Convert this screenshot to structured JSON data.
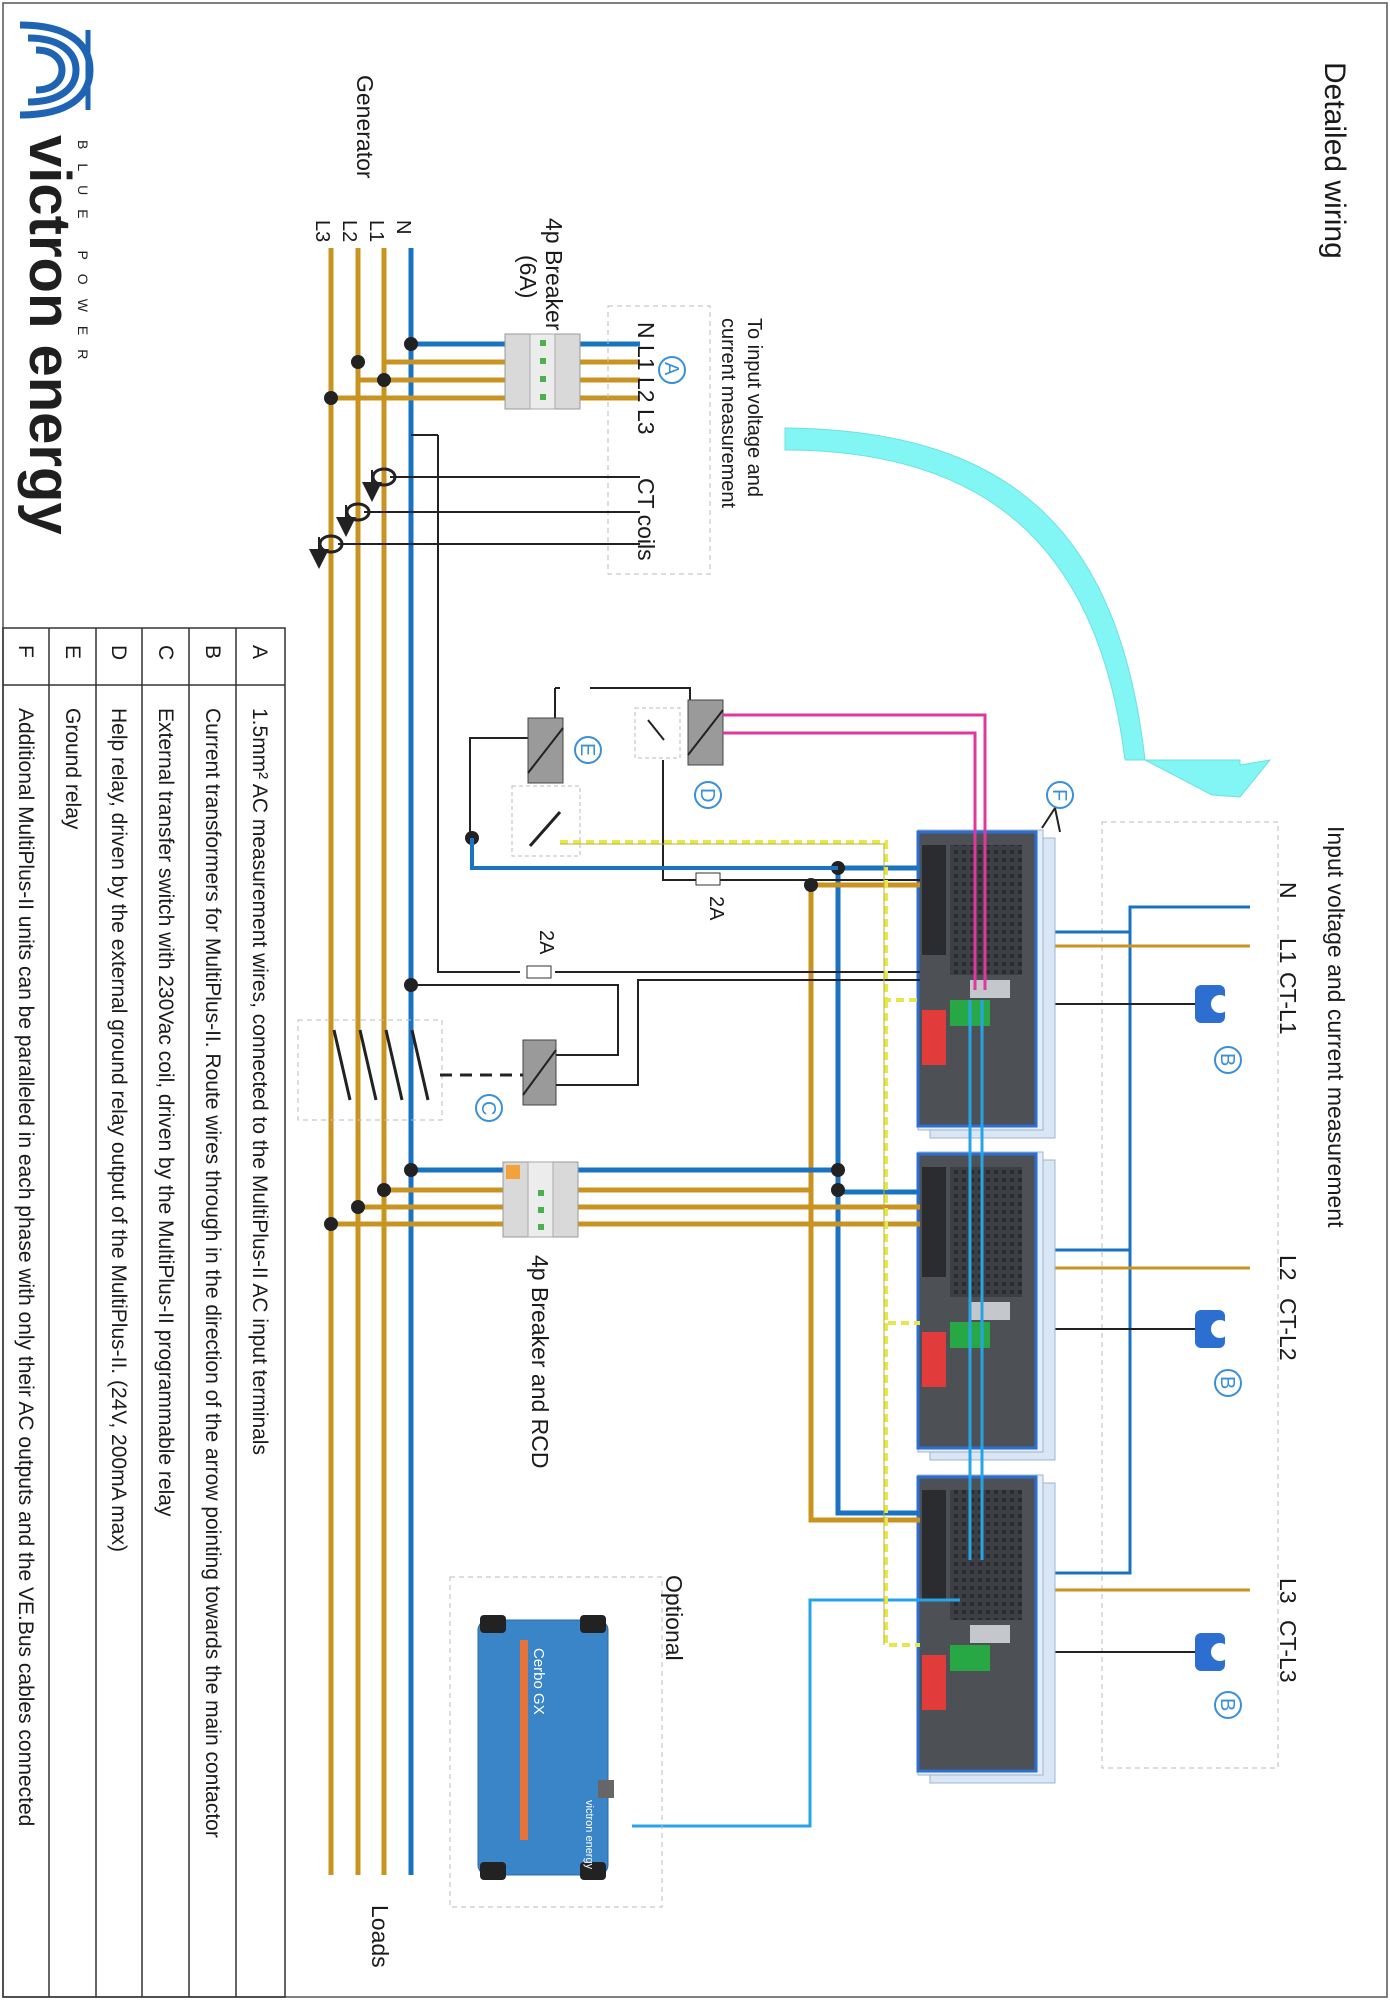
{
  "title": "Detailed wiring",
  "generator": {
    "label": "Generator",
    "lines": [
      "N",
      "L1",
      "L2",
      "L3"
    ]
  },
  "breaker_a": {
    "label_line1": "4p Breaker",
    "label_line2": "(6A)",
    "terminals": "N L1 L2 L3",
    "note_line1": "To input voltage and",
    "note_line2": "current measurement",
    "ct_label": "CT coils"
  },
  "breaker_rcd": {
    "label": "4p Breaker and RCD"
  },
  "fuses": [
    "2A",
    "2A"
  ],
  "input_measurement": {
    "title": "Input voltage and current measurement",
    "n_label": "N",
    "phases": [
      {
        "line": "L1",
        "ct": "CT-L1"
      },
      {
        "line": "L2",
        "ct": "CT-L2"
      },
      {
        "line": "L3",
        "ct": "CT-L3"
      }
    ]
  },
  "markers": {
    "a": "A",
    "b": "B",
    "c": "C",
    "d": "D",
    "e": "E",
    "f": "F"
  },
  "optional": {
    "label": "Optional",
    "device": "Cerbo GX",
    "brand": "victron energy"
  },
  "loads_label": "Loads",
  "legend": [
    {
      "key": "A",
      "text": "1.5mm² AC measurement wires, connected to the MultiPlus-II AC input terminals"
    },
    {
      "key": "B",
      "text": "Current transformers for MultiPlus-II. Route wires through in the direction of the arrow pointing towards the main contactor"
    },
    {
      "key": "C",
      "text": "External transfer switch with 230Vac coil, driven by the MultiPlus-II programmable relay"
    },
    {
      "key": "D",
      "text": "Help relay, driven by the external ground relay output of the MultiPlus-II.  (24V, 200mA max)"
    },
    {
      "key": "E",
      "text": "Ground relay"
    },
    {
      "key": "F",
      "text": "Additional MultiPlus-II units can be paralleled in each phase with only their AC outputs and the VE.Bus cables connected"
    }
  ],
  "logo": {
    "name": "victron energy",
    "tagline": "BLUE POWER"
  },
  "colors": {
    "neutral": "#1a73c0",
    "phase": "#c89320",
    "signal": "#e2379e",
    "arrow": "#82f5f5",
    "ground": "#e7e64a",
    "ct": "#2c6fd1",
    "vebus": "#27a4e6",
    "marker": "#3a8fd6"
  }
}
